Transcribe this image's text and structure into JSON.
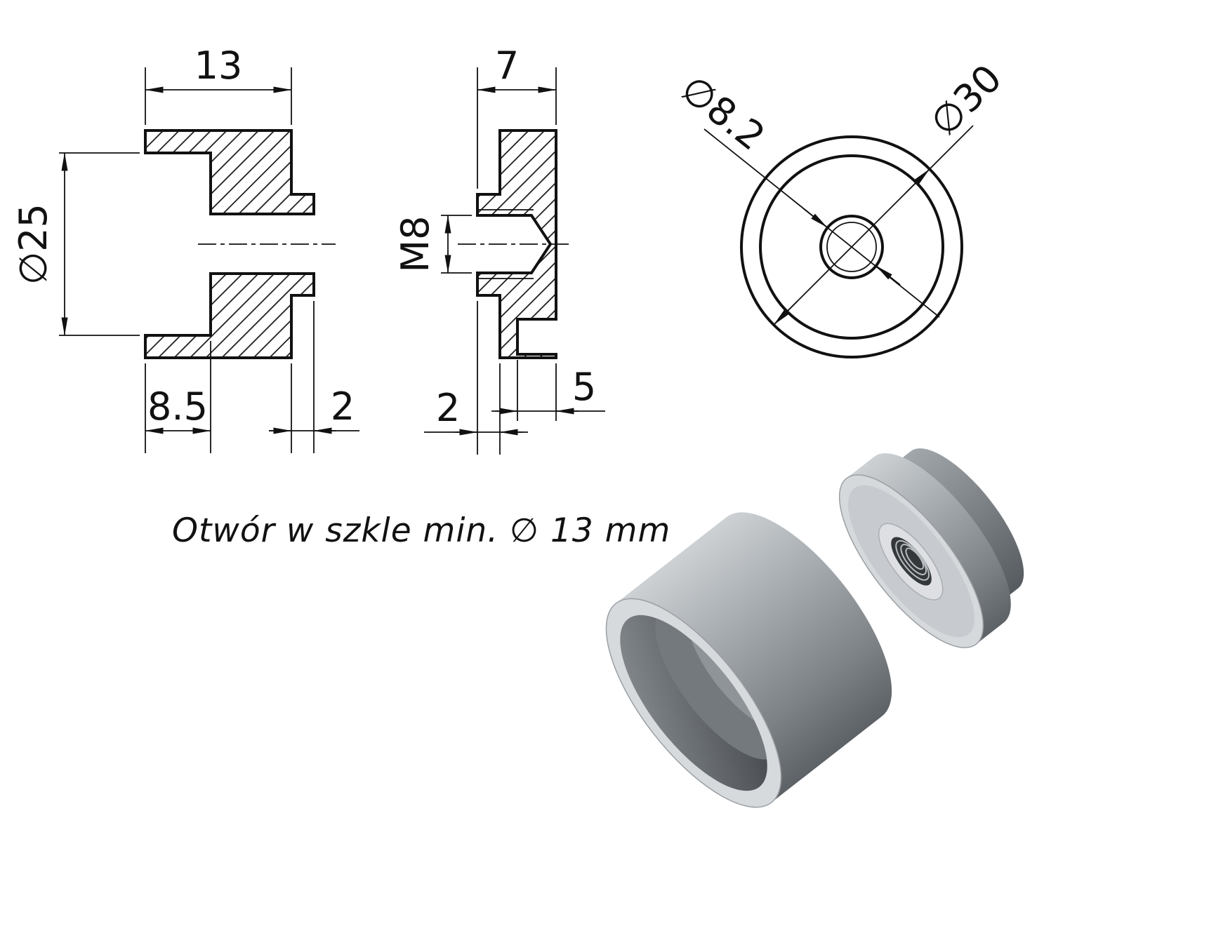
{
  "note": {
    "text": "Otwór w szkle min. ∅ 13 mm"
  },
  "views": {
    "socket_section": {
      "dims": {
        "overall_width": "13",
        "recess_diameter": "∅25",
        "recess_depth": "8.5",
        "boss_step": "2"
      }
    },
    "cap_section": {
      "dims": {
        "overall_width": "7",
        "thread": "M8",
        "insert_step": "2",
        "slot": "5"
      }
    },
    "front": {
      "dims": {
        "bore_diameter": "∅8.2",
        "outer_diameter": "∅30"
      }
    }
  },
  "colors": {
    "line": "#111111",
    "render_light": "#d6d9dc",
    "render_mid": "#9aa0a5",
    "render_dark": "#5d6266"
  }
}
